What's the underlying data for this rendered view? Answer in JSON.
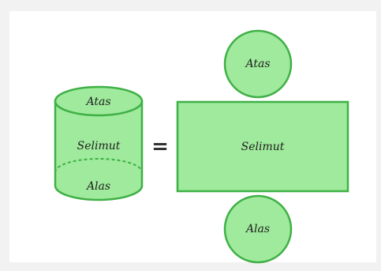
{
  "colors": {
    "background": "#f2f2f2",
    "panel": "#ffffff",
    "fill": "#9fea9c",
    "stroke": "#3fb046",
    "text": "#1f1f1f"
  },
  "cylinder": {
    "top_label": "Atas",
    "body_label": "Selimut",
    "bottom_label": "Alas"
  },
  "equals_sign": "=",
  "net": {
    "top_circle_label": "Atas",
    "rectangle_label": "Selimut",
    "bottom_circle_label": "Alas"
  }
}
